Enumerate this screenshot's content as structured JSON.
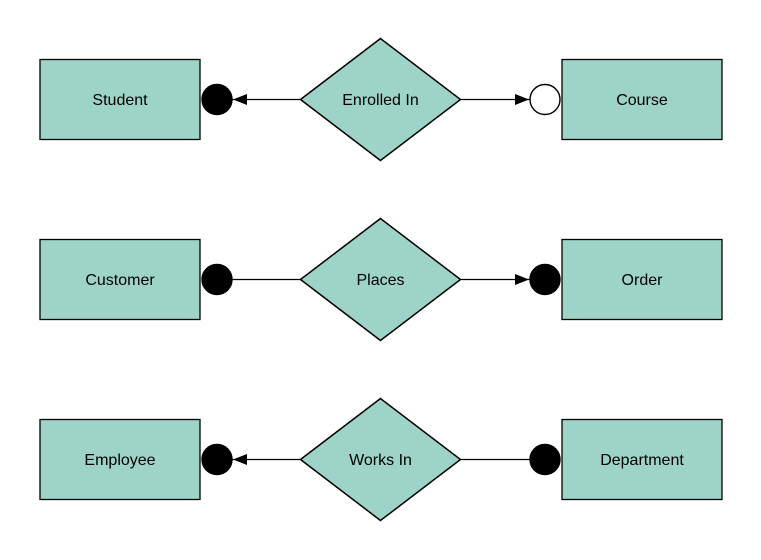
{
  "diagram": {
    "description": "Entity relationship diagram with three relationships",
    "background": "#ffffff",
    "style": {
      "shape_fill": "#9ed3c7",
      "shape_stroke": "#000000",
      "connector_color": "#000000",
      "node_filled_color": "#000000",
      "node_open_fill": "#ffffff",
      "text_color": "#000000"
    },
    "rows": [
      {
        "left_entity": {
          "label": "Student"
        },
        "relationship": {
          "label": "Enrolled In"
        },
        "right_entity": {
          "label": "Course"
        },
        "left_connector": {
          "node": "filled-circle",
          "arrowhead": true,
          "arrow_direction": "left"
        },
        "right_connector": {
          "node": "open-circle",
          "arrowhead": true,
          "arrow_direction": "right"
        }
      },
      {
        "left_entity": {
          "label": "Customer"
        },
        "relationship": {
          "label": "Places"
        },
        "right_entity": {
          "label": "Order"
        },
        "left_connector": {
          "node": "filled-circle",
          "arrowhead": false,
          "arrow_direction": null
        },
        "right_connector": {
          "node": "filled-circle",
          "arrowhead": true,
          "arrow_direction": "right"
        }
      },
      {
        "left_entity": {
          "label": "Employee"
        },
        "relationship": {
          "label": "Works In"
        },
        "right_entity": {
          "label": "Department"
        },
        "left_connector": {
          "node": "filled-circle",
          "arrowhead": true,
          "arrow_direction": "left"
        },
        "right_connector": {
          "node": "filled-circle",
          "arrowhead": false,
          "arrow_direction": null
        }
      }
    ]
  }
}
